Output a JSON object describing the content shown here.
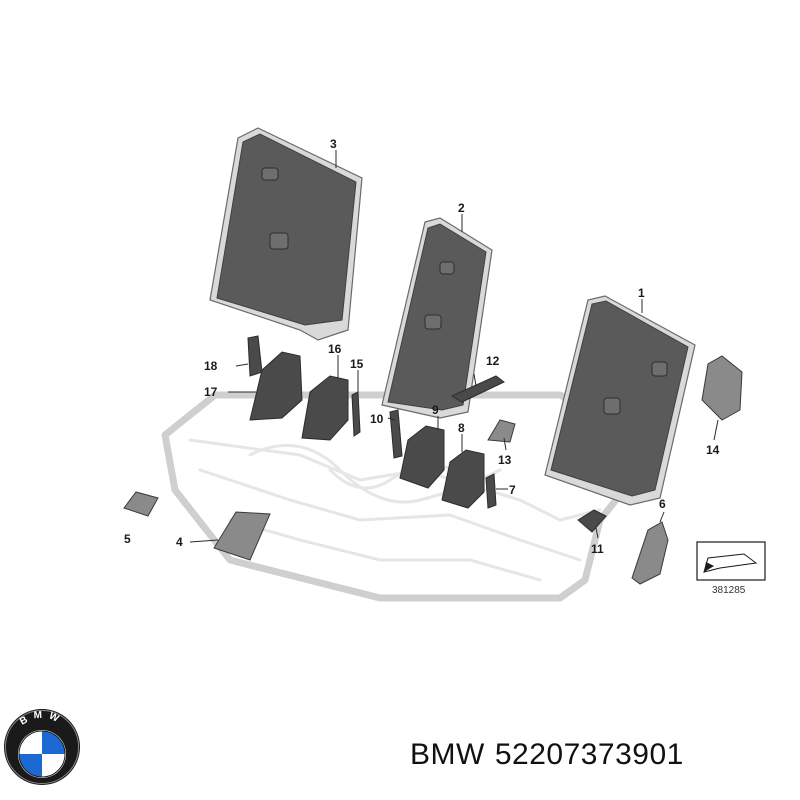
{
  "diagram": {
    "callouts": [
      "1",
      "2",
      "3",
      "4",
      "5",
      "6",
      "7",
      "8",
      "9",
      "10",
      "11",
      "12",
      "13",
      "14",
      "15",
      "16",
      "17",
      "18"
    ],
    "reference_number": "381285"
  },
  "brand": {
    "name": "BMW",
    "part_number": "52207373901",
    "logo_letters": "BMW",
    "logo_colors": {
      "outer": "#1a1a1a",
      "blue": "#1c69d4",
      "white": "#ffffff"
    }
  }
}
